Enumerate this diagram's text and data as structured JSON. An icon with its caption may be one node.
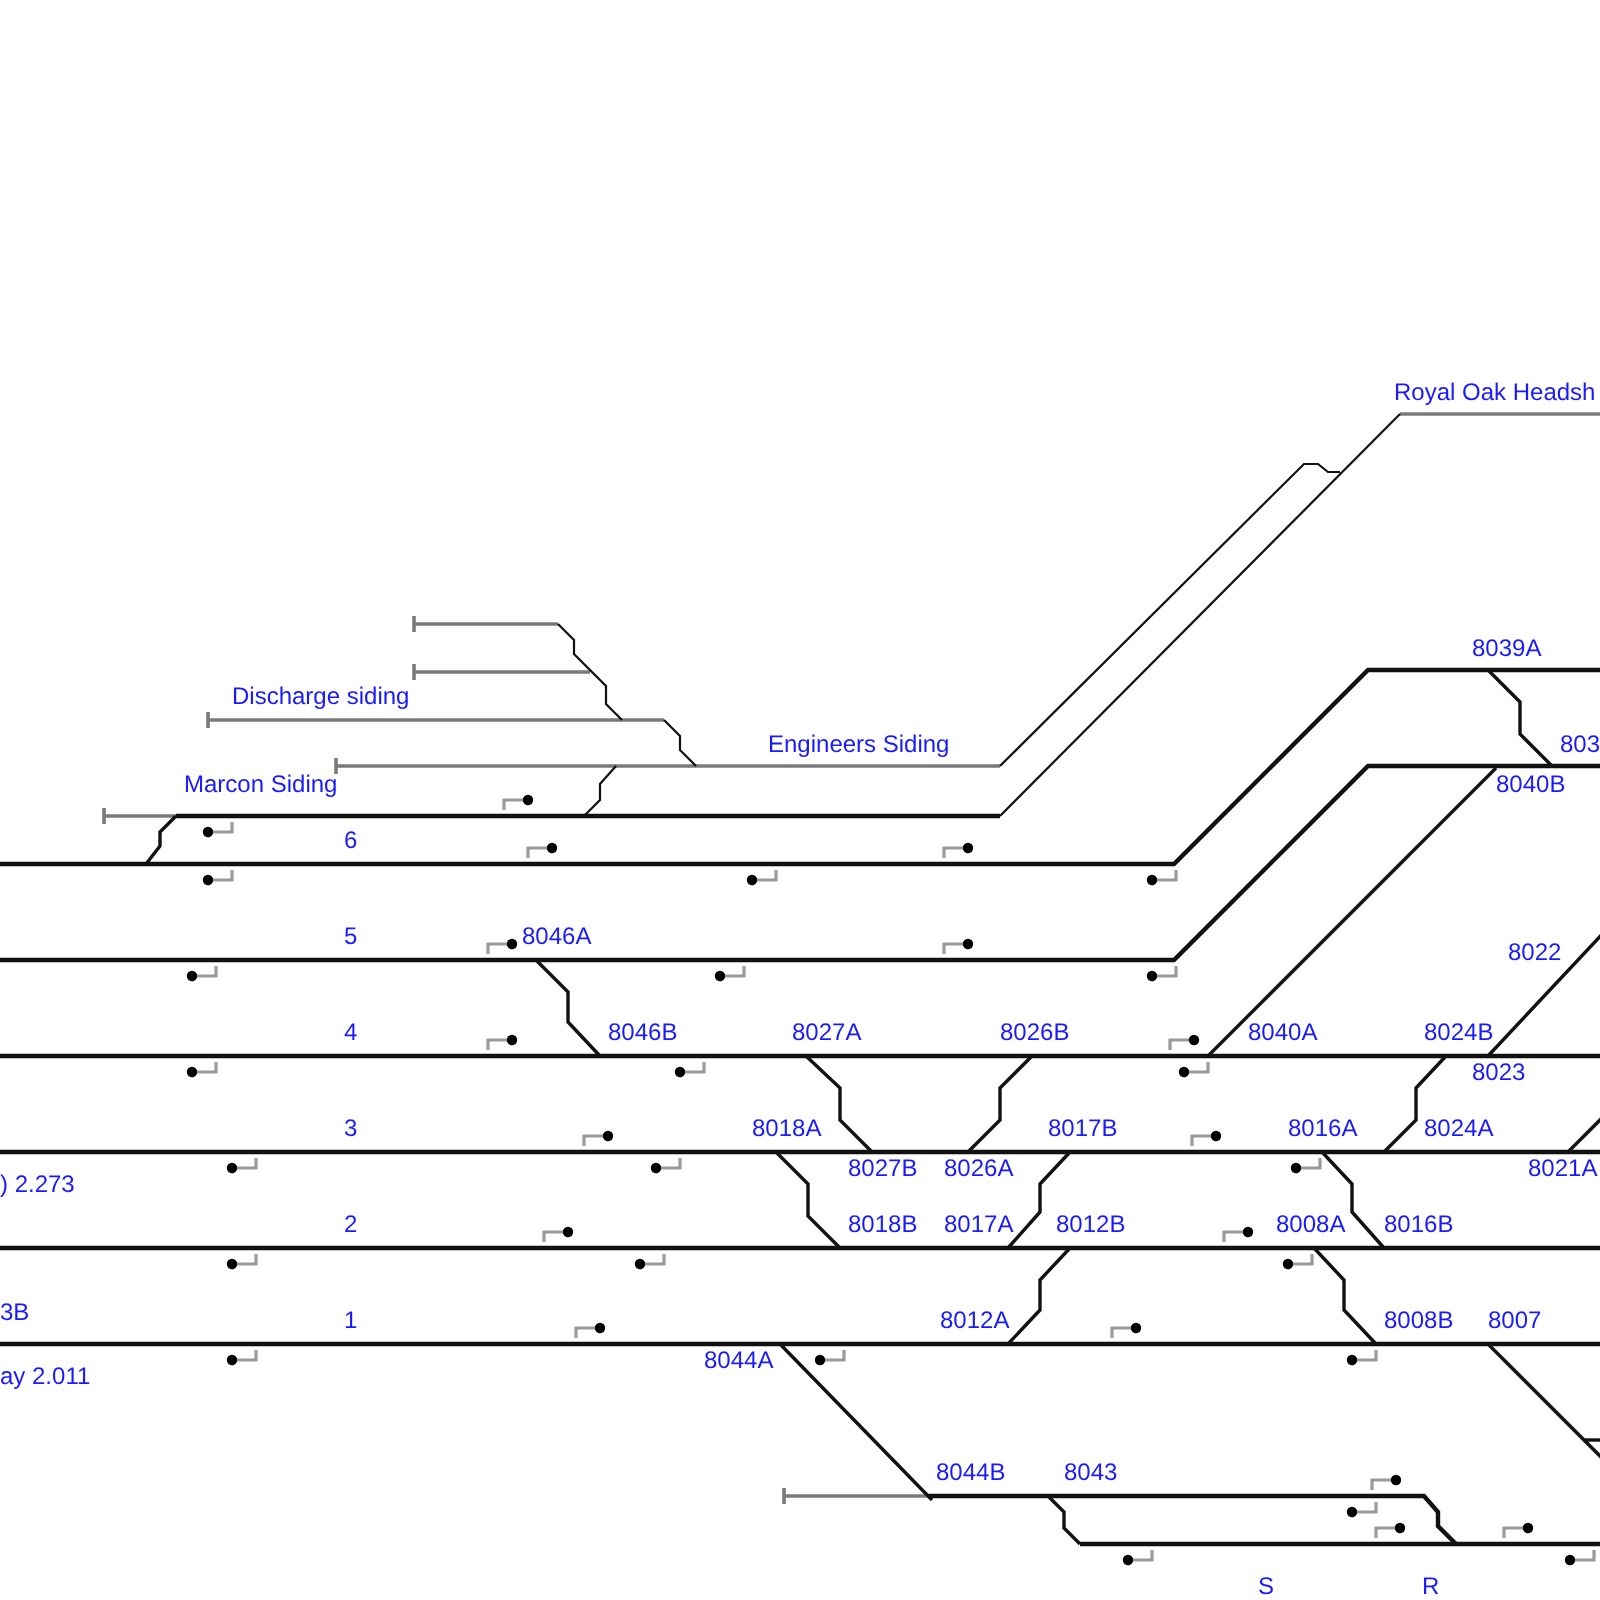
{
  "diagram": {
    "labels": [
      "Royal Oak Headsh",
      "8039A",
      "Discharge siding",
      "Engineers Siding",
      "803",
      "Marcon Siding",
      "8040B",
      "6",
      "5",
      "8046A",
      "8022",
      "4",
      "8046B",
      "8027A",
      "8026B",
      "8040A",
      "8024B",
      "8023",
      "3",
      "8018A",
      "8017B",
      "8016A",
      "8024A",
      "8027B",
      "8026A",
      "8021A",
      ") 2.273",
      "2",
      "8018B",
      "8017A",
      "8012B",
      "8008A",
      "8016B",
      "3B",
      "1",
      "8012A",
      "8008B",
      "8007",
      "8044A",
      "ay 2.011",
      "8044B",
      "8043",
      "S",
      "R"
    ]
  }
}
